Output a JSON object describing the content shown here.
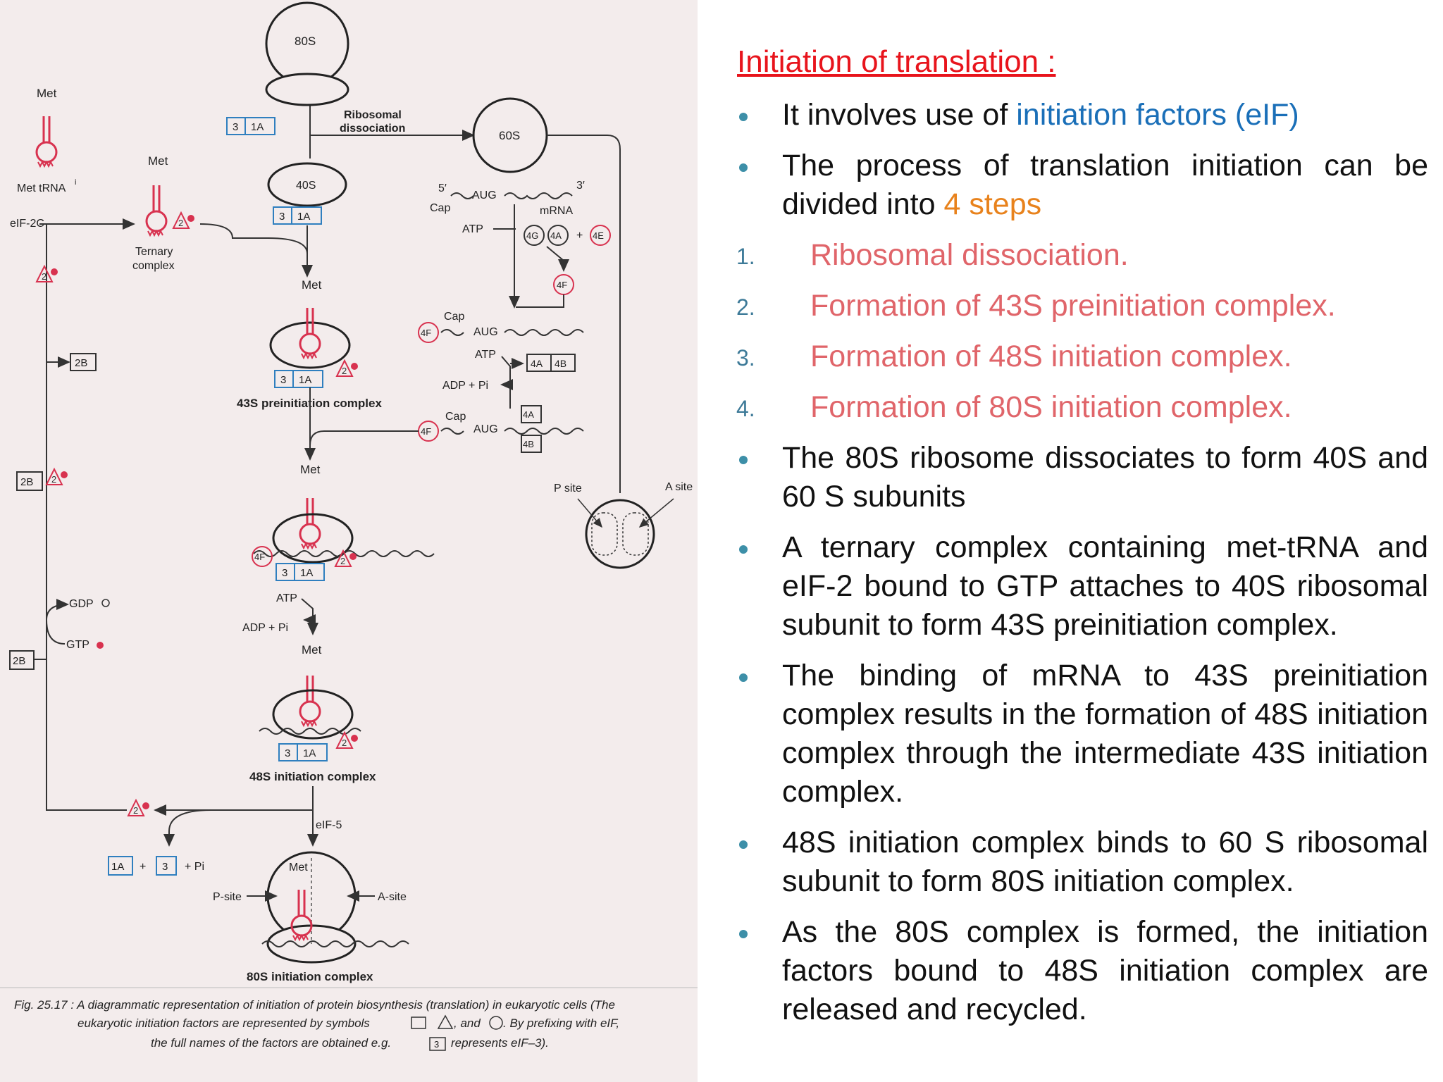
{
  "figure": {
    "labels": {
      "r80s_top": "80S",
      "r60s": "60S",
      "r40s": "40S",
      "met": "Met",
      "met_trna": "Met tRNA",
      "met_trna_sup": "i",
      "eif2c": "eIF-2C",
      "ternary_1": "Ternary",
      "ternary_2": "complex",
      "ribo_diss_1": "Ribosomal",
      "ribo_diss_2": "dissociation",
      "five_prime": "5′",
      "three_prime": "3′",
      "cap": "Cap",
      "aug": "AUG",
      "mrna": "mRNA",
      "atp": "ATP",
      "adp_pi": "ADP + Pi",
      "complex_43s": "43S preinitiation complex",
      "complex_48s": "48S initiation complex",
      "complex_80s": "80S initiation complex",
      "gdp": "GDP",
      "gtp": "GTP",
      "eif5": "eIF-5",
      "psite": "P-site",
      "asite": "A-site",
      "psite_inset": "P site",
      "asite_inset": "A site",
      "pi": "+ Pi",
      "plus": "+"
    },
    "factors": {
      "f1a": "1A",
      "f3": "3",
      "f2": "2",
      "f2b": "2B",
      "f4": "4F",
      "f4a": "4A",
      "f4b": "4B",
      "f4g": "4G",
      "f4e": "4E"
    },
    "caption": {
      "line1": "Fig. 25.17 : A diagrammatic representation of initiation of protein biosynthesis (translation) in eukaryotic cells (The",
      "line2": "eukaryotic initiation factors are represented by symbols",
      "line2b": ", and",
      "line2c": ". By prefixing with eIF,",
      "line3": "the full names of the factors are obtained e.g.",
      "line3b": "represents eIF–3)."
    }
  },
  "slide": {
    "heading": "Initiation of translation :",
    "bullet1": {
      "text": "It  involves use of ",
      "highlight": "initiation factors (eIF)"
    },
    "bullet2": {
      "text": "The process of translation initiation can be divided into ",
      "highlight": "4 steps"
    },
    "steps": [
      {
        "num": "1.",
        "text": "Ribosomal dissociation."
      },
      {
        "num": "2.",
        "text": "Formation of 43S preinitiation complex."
      },
      {
        "num": "3.",
        "text": "Formation of 48S initiation complex."
      },
      {
        "num": "4.",
        "text": "Formation of 80S initiation complex."
      }
    ],
    "bullets": [
      "The 80S ribosome dissociates to form 40S and 60 S subunits",
      "A ternary complex containing met-tRNA and eIF-2 bound to GTP attaches to 40S ribosomal subunit to form 43S preinitiation complex.",
      "The binding of mRNA to 43S preinitiation complex results in the formation of 48S initiation complex through the intermediate 43S initiation complex.",
      "48S initiation complex binds to 60 S ribosomal subunit to form 80S initiation complex.",
      "As the 80S complex is formed, the initiation factors bound to 48S initiation complex are released and recycled."
    ],
    "colors": {
      "heading": "#e8141c",
      "blue": "#1a6fb8",
      "orange": "#e8821c",
      "step": "#e0656a",
      "bullet": "#3d8fa8"
    }
  }
}
